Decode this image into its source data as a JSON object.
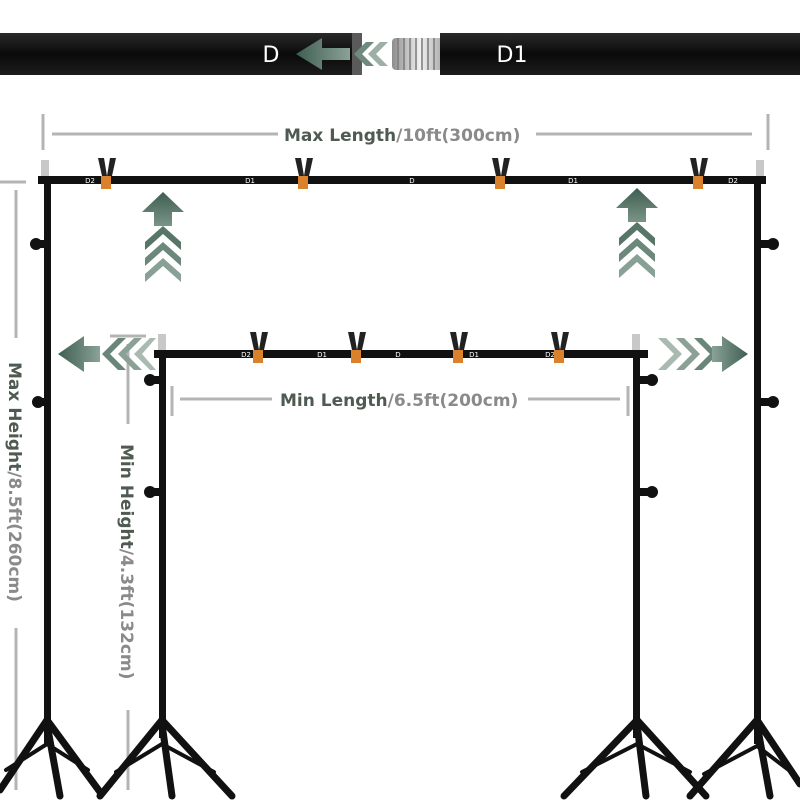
{
  "top_pole": {
    "left_label": "D",
    "right_label": "D1"
  },
  "max_bar_marks": [
    "D2",
    "D1",
    "D",
    "D1",
    "D2"
  ],
  "min_bar_marks": [
    "D2",
    "D1",
    "D",
    "D1",
    "D2"
  ],
  "max_length": {
    "strong": "Max Length",
    "light": "/10ft(300cm)"
  },
  "min_length": {
    "strong": "Min Length",
    "light": "/6.5ft(200cm)"
  },
  "max_height": {
    "strong": "Max Height",
    "light": "/8.5ft(260cm)"
  },
  "min_height": {
    "strong": "Min Height",
    "light": "/4.3ft(132cm)"
  },
  "colors": {
    "arrow": "#3e5e50",
    "clip": "#222222",
    "clip_base": "#d9822b",
    "pole": "#0d0d0d"
  }
}
